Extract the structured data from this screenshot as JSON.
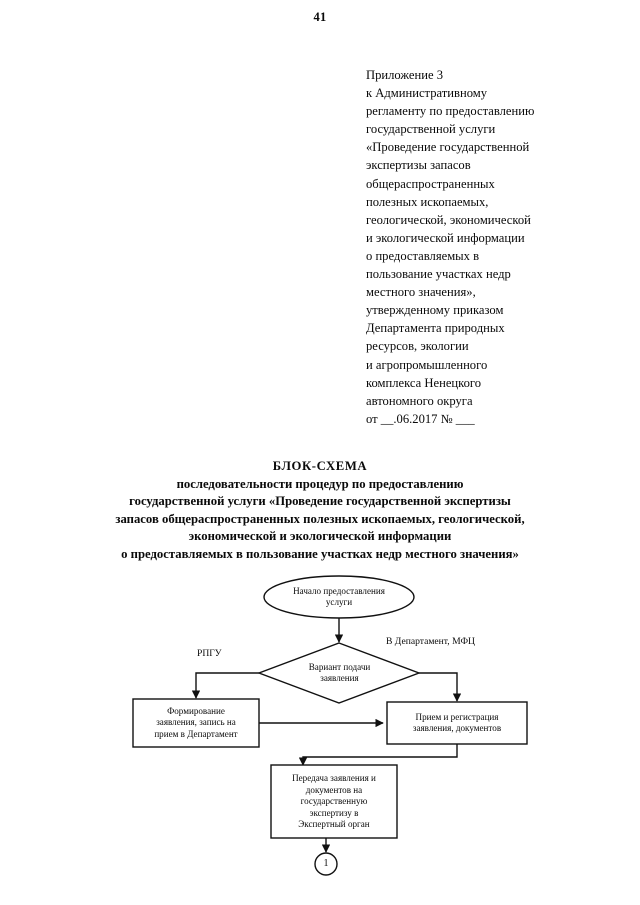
{
  "document": {
    "page_number": "41",
    "appendix_reference": {
      "lines": [
        "Приложение 3",
        "к Административному",
        "регламенту по предоставлению",
        "государственной услуги",
        "«Проведение государственной",
        "экспертизы запасов",
        "общераспространенных",
        "полезных ископаемых,",
        "геологической, экономической",
        "и экологической информации",
        "о предоставляемых в",
        "пользование участках недр",
        "местного значения»,",
        "утвержденному приказом",
        "Департамента природных",
        "ресурсов, экологии",
        "и агропромышленного",
        "комплекса Ненецкого",
        "автономного округа",
        "от __.06.2017 № ___"
      ]
    },
    "chart_title": {
      "heading": "БЛОК-СХЕМА",
      "lines": [
        "последовательности процедур по предоставлению",
        "государственной услуги «Проведение государственной экспертизы",
        "запасов общераспространенных полезных ископаемых, геологической,",
        "экономической и экологической информации",
        "о предоставляемых в пользование участках недр местного значения»"
      ]
    }
  },
  "flowchart": {
    "nodes": {
      "start": {
        "shape": "oval",
        "lines": [
          "Начало предоставления",
          "услуги"
        ]
      },
      "decision": {
        "shape": "diamond",
        "lines": [
          "Вариант подачи",
          "заявления"
        ]
      },
      "left_process": {
        "shape": "rect",
        "lines": [
          "Формирование",
          "заявления, запись на",
          "прием в Департамент"
        ]
      },
      "right_process": {
        "shape": "rect",
        "lines": [
          "Прием и регистрация",
          "заявления, документов"
        ]
      },
      "bottom_process": {
        "shape": "rect",
        "lines": [
          "Передача заявления и",
          "документов на",
          "государственную",
          "экспертизу в",
          "Экспертный орган"
        ]
      },
      "connector": {
        "shape": "circle",
        "label": "1"
      }
    },
    "edge_labels": {
      "left_branch": "РПГУ",
      "right_branch": "В Департамент, МФЦ"
    },
    "colors": {
      "stroke": "#111111",
      "fill": "#ffffff",
      "text": "#0a0a0a"
    }
  }
}
